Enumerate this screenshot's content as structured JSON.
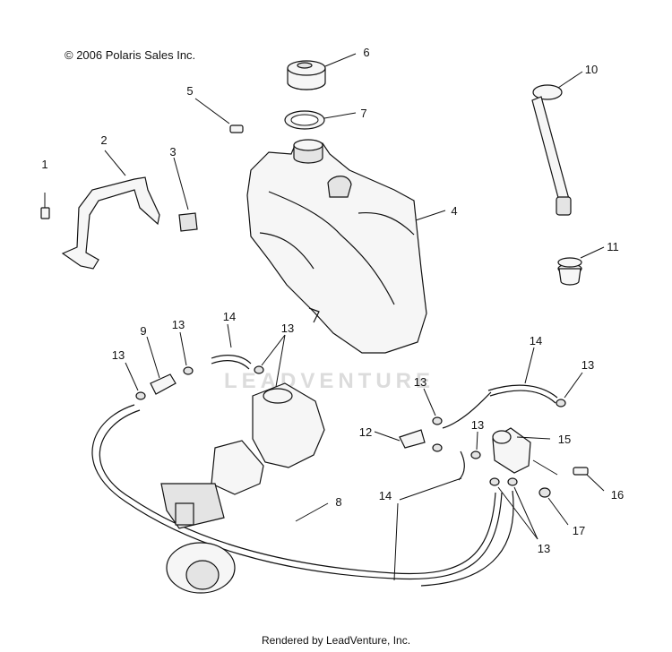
{
  "copyright": "© 2006 Polaris Sales Inc.",
  "footer": "Rendered by LeadVenture, Inc.",
  "watermark": "LEADVENTURE",
  "callouts": [
    {
      "id": "c1",
      "num": "1",
      "name": "callout-1-bolt"
    },
    {
      "id": "c2",
      "num": "2",
      "name": "callout-2-bracket"
    },
    {
      "id": "c3",
      "num": "3",
      "name": "callout-3-pad"
    },
    {
      "id": "c4",
      "num": "4",
      "name": "callout-4-fuel-tank"
    },
    {
      "id": "c5",
      "num": "5",
      "name": "callout-5-fitting"
    },
    {
      "id": "c6",
      "num": "6",
      "name": "callout-6-fuel-cap"
    },
    {
      "id": "c7",
      "num": "7",
      "name": "callout-7-gasket"
    },
    {
      "id": "c8",
      "num": "8",
      "name": "callout-8-hose"
    },
    {
      "id": "c9",
      "num": "9",
      "name": "callout-9-filter"
    },
    {
      "id": "c10",
      "num": "10",
      "name": "callout-10-fuel-gauge-sender"
    },
    {
      "id": "c11",
      "num": "11",
      "name": "callout-11-grommet"
    },
    {
      "id": "c12",
      "num": "12",
      "name": "callout-12-tee-fitting"
    },
    {
      "id": "c13a",
      "num": "13",
      "name": "callout-13-clamp"
    },
    {
      "id": "c13b",
      "num": "13",
      "name": "callout-13-clamp"
    },
    {
      "id": "c13c",
      "num": "13",
      "name": "callout-13-clamp"
    },
    {
      "id": "c13d",
      "num": "13",
      "name": "callout-13-clamp"
    },
    {
      "id": "c13e",
      "num": "13",
      "name": "callout-13-clamp"
    },
    {
      "id": "c13f",
      "num": "13",
      "name": "callout-13-clamp"
    },
    {
      "id": "c13g",
      "num": "13",
      "name": "callout-13-clamp"
    },
    {
      "id": "c14a",
      "num": "14",
      "name": "callout-14-fuel-line"
    },
    {
      "id": "c14b",
      "num": "14",
      "name": "callout-14-fuel-line"
    },
    {
      "id": "c14c",
      "num": "14",
      "name": "callout-14-fuel-line"
    },
    {
      "id": "c15",
      "num": "15",
      "name": "callout-15-fuel-pump"
    },
    {
      "id": "c16",
      "num": "16",
      "name": "callout-16-screw"
    },
    {
      "id": "c17",
      "num": "17",
      "name": "callout-17-nut"
    }
  ]
}
